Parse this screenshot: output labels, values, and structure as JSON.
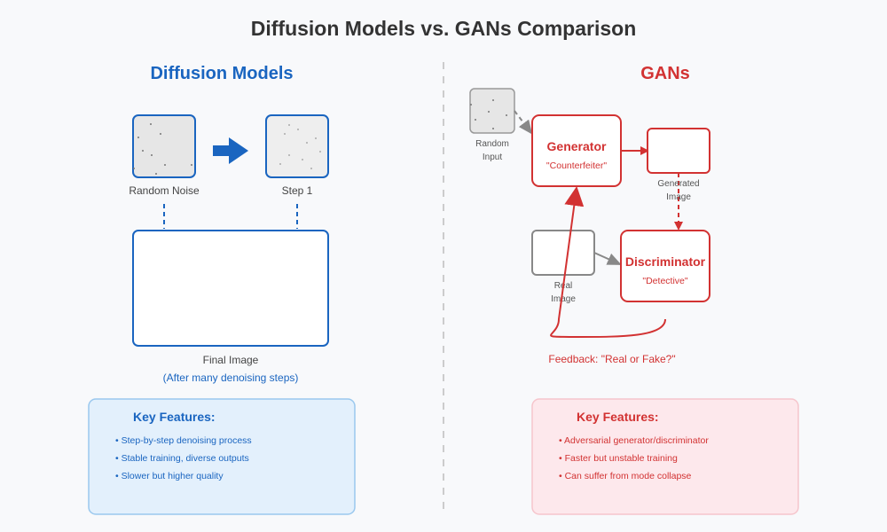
{
  "title": "Diffusion Models vs. GANs Comparison",
  "colors": {
    "blue": "#1a65c0",
    "red": "#d23232",
    "gray": "#888888",
    "text": "#333333"
  },
  "diffusion": {
    "heading": "Diffusion Models",
    "random_noise_label": "Random Noise",
    "step1_label": "Step 1",
    "final_label": "Final Image",
    "final_sublabel": "(After many denoising steps)",
    "features_title": "Key Features:",
    "features": [
      "• Step-by-step denoising process",
      "• Stable training, diverse outputs",
      "• Slower but higher quality"
    ]
  },
  "gans": {
    "heading": "GANs",
    "random_input_label": [
      "Random",
      "Input"
    ],
    "generator_title": "Generator",
    "generator_subtitle": "\"Counterfeiter\"",
    "generated_image_label": [
      "Generated",
      "Image"
    ],
    "real_image_label": [
      "Real",
      "Image"
    ],
    "discriminator_title": "Discriminator",
    "discriminator_subtitle": "\"Detective\"",
    "feedback_label": "Feedback: \"Real or Fake?\"",
    "features_title": "Key Features:",
    "features": [
      "• Adversarial generator/discriminator",
      "• Faster but unstable training",
      "• Can suffer from mode collapse"
    ]
  }
}
